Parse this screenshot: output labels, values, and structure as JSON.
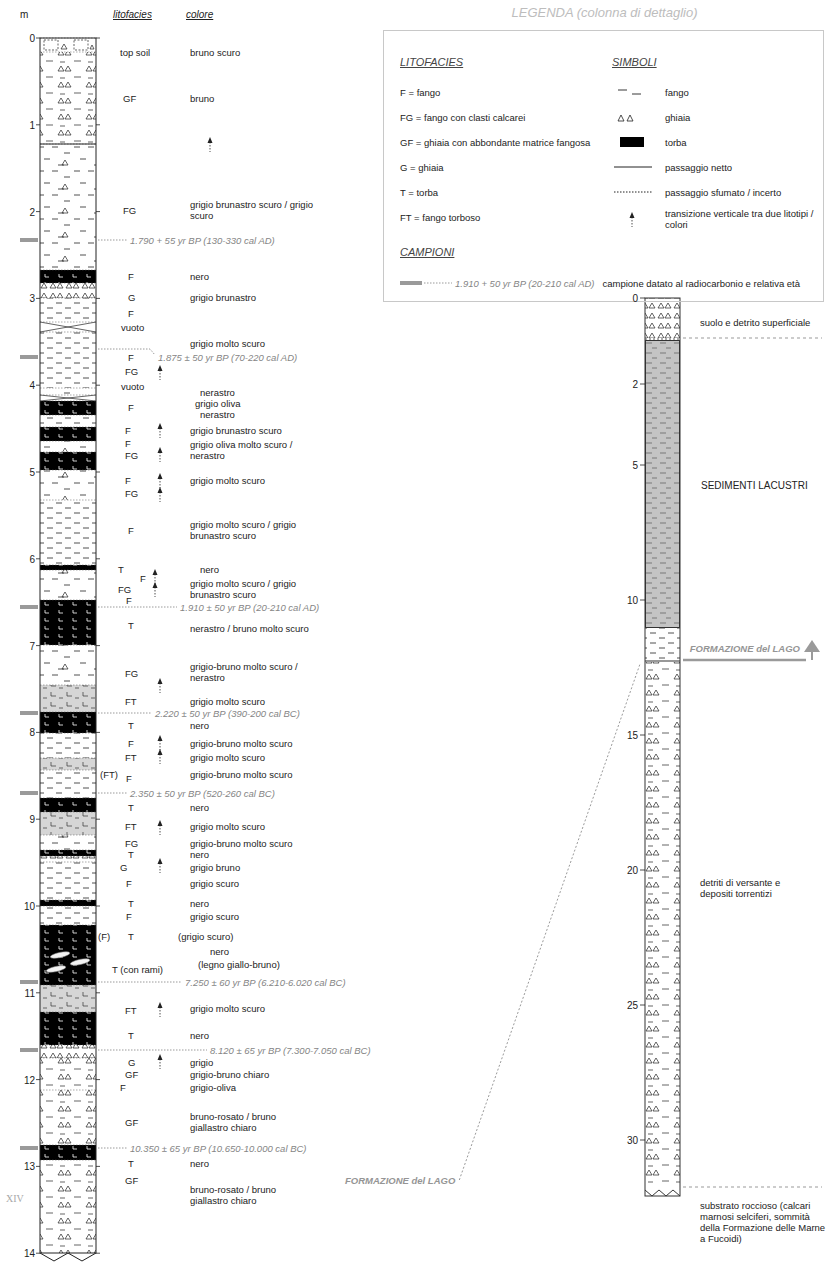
{
  "diagram": {
    "nodes": [
      {
        "text": [
          "LEGENDA (colonna di dettaglio)"
        ]
      },
      {
        "text": [
          "SEDIMENTI LACUSTRI"
        ]
      }
    ],
    "labels": [
      "m",
      "litofacies",
      "colore",
      "0",
      "1",
      "2",
      "3",
      "4",
      "5",
      "6",
      "7",
      "8",
      "9",
      "10",
      "11",
      "12",
      "13",
      "14",
      "top soil",
      "bruno scuro",
      "GF",
      "bruno",
      "FG",
      "grigio brunastro scuro / grigio scuro",
      "1.790 + 55 yr BP (130-330 cal AD)",
      "F",
      "nero",
      "G",
      "grigio brunastro",
      "F",
      "vuoto",
      "grigio molto scuro",
      "F",
      "1.875 ± 50 yr BP (70-220 cal AD)",
      "FG",
      "vuoto",
      "nerastro",
      "grigio oliva",
      "nerastro",
      "F",
      "F",
      "grigio brunastro scuro",
      "F",
      "FG",
      "grigio oliva molto scuro / nerastro",
      "F",
      "FG",
      "grigio molto scuro",
      "F",
      "grigio molto scuro / grigio brunastro scuro",
      "T",
      "nero",
      "F",
      "FG",
      "grigio molto scuro / grigio brunastro scuro",
      "F",
      "1.910 ± 50 yr BP (20-210 cal AD)",
      "T",
      "nerastro / bruno molto scuro",
      "FG",
      "grigio-bruno molto scuro / nerastro",
      "FT",
      "grigio molto scuro",
      "2.220 ± 50 yr BP (390-200 cal BC)",
      "T",
      "nero",
      "F",
      "grigio-bruno molto scuro",
      "FT",
      "grigio molto scuro",
      "(FT)",
      "F",
      "grigio-bruno molto scuro",
      "2.350 ± 50 yr BP (520-260 cal BC)",
      "T",
      "nero",
      "FT",
      "grigio molto scuro",
      "FG",
      "grigio-bruno molto scuro",
      "T",
      "nero",
      "G",
      "grigio bruno",
      "F",
      "grigio scuro",
      "T",
      "nero",
      "F",
      "grigio scuro",
      "(F)",
      "T",
      "(grigio scuro)",
      "nero",
      "(legno giallo-bruno)",
      "T (con rami)",
      "7.250 ± 60 yr BP (6.210-6.020 cal BC)",
      "FT",
      "grigio molto scuro",
      "T",
      "nero",
      "8.120 ± 65 yr BP (7.300-7.050 cal BC)",
      "G",
      "grigio",
      "GF",
      "grigio-bruno chiaro",
      "F",
      "grigio-oliva",
      "GF",
      "bruno-rosato / bruno giallastro chiaro",
      "10.350 ± 65 yr BP (10.650-10.000 cal BC)",
      "T",
      "nero",
      "GF",
      "bruno-rosato / bruno giallastro chiaro",
      "XIV",
      "FORMAZIONE del LAGO",
      "LITOFACIES",
      "F = fango",
      "FG = fango con clasti calcarei",
      "GF = ghiaia con abbondante matrice fangosa",
      "G = ghiaia",
      "T = torba",
      "FT = fango torboso",
      "SIMBOLI",
      "CAMPIONI",
      "1.910 + 50 yr BP (20-210 cal AD)",
      "0",
      "2",
      "5",
      "10",
      "15",
      "20",
      "25",
      "30",
      "suolo e detrito superficiale",
      "FORMAZIONE del LAGO",
      "detriti di versante e depositi torrentizi",
      "substrato roccioso (calcari marnosi selciferi, sommità della Formazione delle Marne a Fucoidi)"
    ],
    "legend": [
      {
        "text": "fango"
      },
      {
        "text": "ghiaia"
      },
      {
        "text": "torba",
        "color": "#000000"
      },
      {
        "text": "passaggio netto"
      },
      {
        "text": "passaggio sfumato / incerto"
      },
      {
        "text": "transizione verticale tra due litotipi / colori"
      },
      {
        "text": "campione datato al radiocarbonio e relativa età"
      }
    ]
  }
}
